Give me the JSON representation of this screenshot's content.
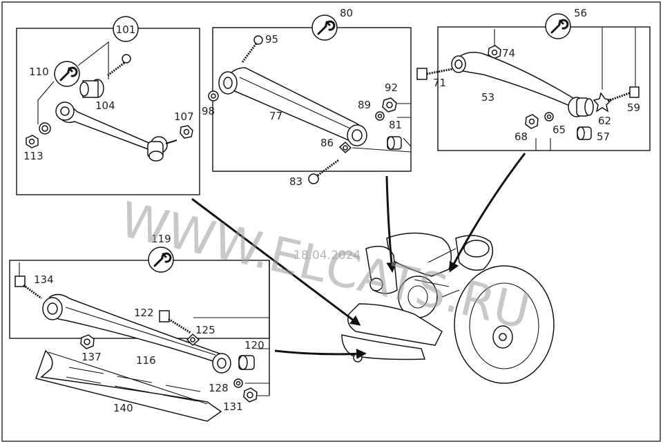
{
  "refs": {
    "group1": "101",
    "group2": "80",
    "group3": "56",
    "group4": "119"
  },
  "labels": {
    "p110": "110",
    "p104": "104",
    "p107": "107",
    "p113": "113",
    "p95": "95",
    "p98": "98",
    "p77": "77",
    "p92": "92",
    "p89": "89",
    "p81": "81",
    "p86": "86",
    "p83": "83",
    "p74": "74",
    "p71": "71",
    "p53": "53",
    "p62": "62",
    "p59": "59",
    "p68": "68",
    "p65": "65",
    "p57": "57",
    "p134": "134",
    "p122": "122",
    "p125": "125",
    "p120": "120",
    "p137": "137",
    "p116": "116",
    "p128": "128",
    "p131": "131",
    "p140": "140"
  },
  "watermark": {
    "site": "WWW.ELCATS.RU",
    "date": "18.04.2024"
  }
}
